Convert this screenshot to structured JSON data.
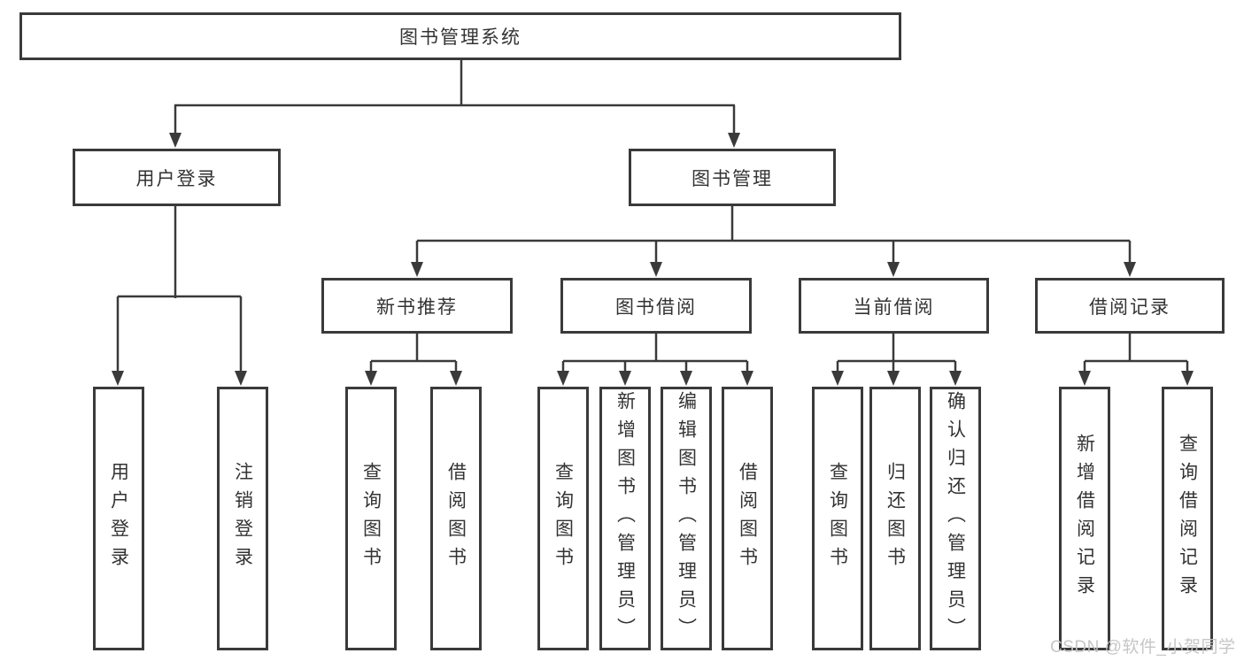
{
  "tree": {
    "label": "图书管理系统",
    "children": [
      {
        "label": "用户登录",
        "children": [
          {
            "label": "用户登录"
          },
          {
            "label": "注销登录"
          }
        ]
      },
      {
        "label": "图书管理",
        "children": [
          {
            "label": "新书推荐",
            "children": [
              {
                "label": "查询图书"
              },
              {
                "label": "借阅图书"
              }
            ]
          },
          {
            "label": "图书借阅",
            "children": [
              {
                "label": "查询图书"
              },
              {
                "label": "新增图书（管理员）"
              },
              {
                "label": "编辑图书（管理员）"
              },
              {
                "label": "借阅图书"
              }
            ]
          },
          {
            "label": "当前借阅",
            "children": [
              {
                "label": "查询图书"
              },
              {
                "label": "归还图书"
              },
              {
                "label": "确认归还（管理员）"
              }
            ]
          },
          {
            "label": "借阅记录",
            "children": [
              {
                "label": "新增借阅记录"
              },
              {
                "label": "查询借阅记录"
              }
            ]
          }
        ]
      }
    ]
  },
  "watermark": "CSDN @软件_小贺同学",
  "colors": {
    "line": "#3a3a3a",
    "text": "#333333",
    "watermark": "#c4c4c4",
    "background": "#ffffff"
  }
}
